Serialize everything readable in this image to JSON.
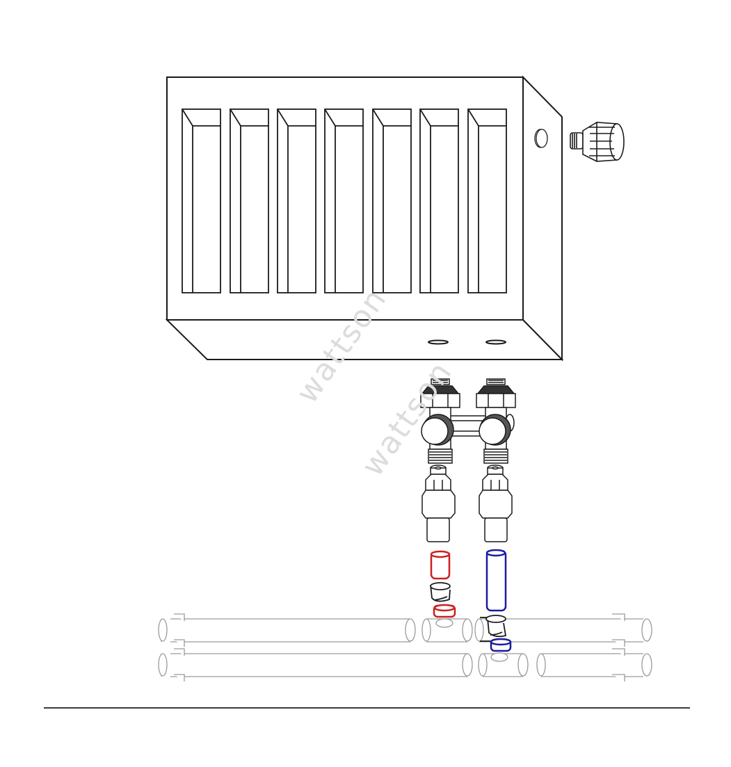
{
  "diagram": {
    "title": "",
    "type": "exploded-assembly",
    "colors": {
      "line": "#1a1a1a",
      "pipe_line": "#9a9a9a",
      "hot_supply": "#cc1f1f",
      "cold_return": "#1a1aa0",
      "watermark": "#dcdcdc",
      "separator": "#3a3a3a",
      "background": "#ffffff"
    },
    "watermarks": [
      "wattson",
      "wattson"
    ],
    "parts": [
      {
        "id": "radiator",
        "label": "panel radiator with 7 convector sections"
      },
      {
        "id": "thermostatic-head",
        "label": "thermostatic valve head"
      },
      {
        "id": "side-port",
        "label": "radiator side threaded port"
      },
      {
        "id": "bottom-connections",
        "label": "two bottom connection ports"
      },
      {
        "id": "h-block-valve",
        "label": "H-block twin connection valve"
      },
      {
        "id": "compression-fittings",
        "label": "two compression adapter fittings"
      },
      {
        "id": "hot-pipe-sleeve",
        "label": "supply pipe sleeve (red)"
      },
      {
        "id": "cold-pipe-sleeve",
        "label": "return pipe sleeve (blue)"
      },
      {
        "id": "elbows",
        "label": "two elbow fittings"
      },
      {
        "id": "hot-tee-collar",
        "label": "supply tee collar (red)"
      },
      {
        "id": "cold-tee-collar",
        "label": "return tee collar (blue)"
      },
      {
        "id": "supply-pipe-run",
        "label": "upper pipe run with tee"
      },
      {
        "id": "return-pipe-run",
        "label": "lower pipe run with tee"
      }
    ],
    "radiator_sections": 7
  }
}
